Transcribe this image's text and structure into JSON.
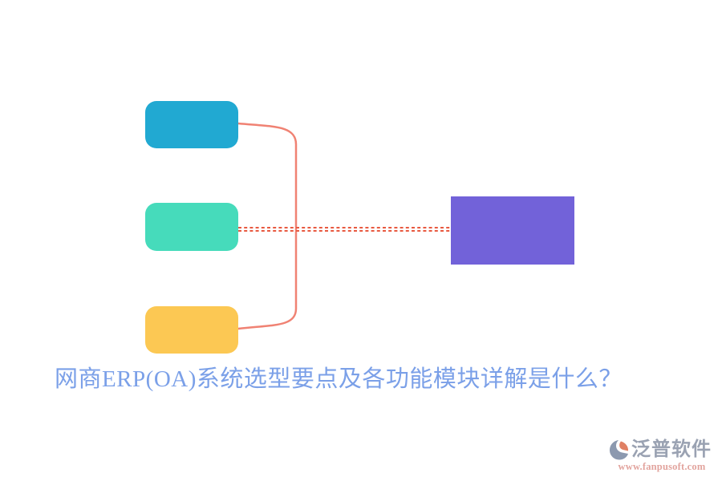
{
  "canvas": {
    "background": "#FFFFFF"
  },
  "diagram": {
    "boxes": [
      {
        "id": "top",
        "color": "#21A9D2"
      },
      {
        "id": "middle",
        "color": "#46DBBB"
      },
      {
        "id": "bottom",
        "color": "#FCC853"
      },
      {
        "id": "result",
        "color": "#7262D9"
      }
    ],
    "connectors": {
      "bracket_color": "#F08273",
      "dashed_color": "#E85A41"
    }
  },
  "title": {
    "text": "网商ERP(OA)系统选型要点及各功能模块详解是什么？",
    "color": "#7BA0E8"
  },
  "watermark": {
    "brand": "泛普软件",
    "brand_color": "#9AA2B2",
    "url": "www.fanpusoft.com",
    "url_color": "#E2A49E",
    "logo_grey": "#8C99AF",
    "logo_orange": "#E08064"
  }
}
